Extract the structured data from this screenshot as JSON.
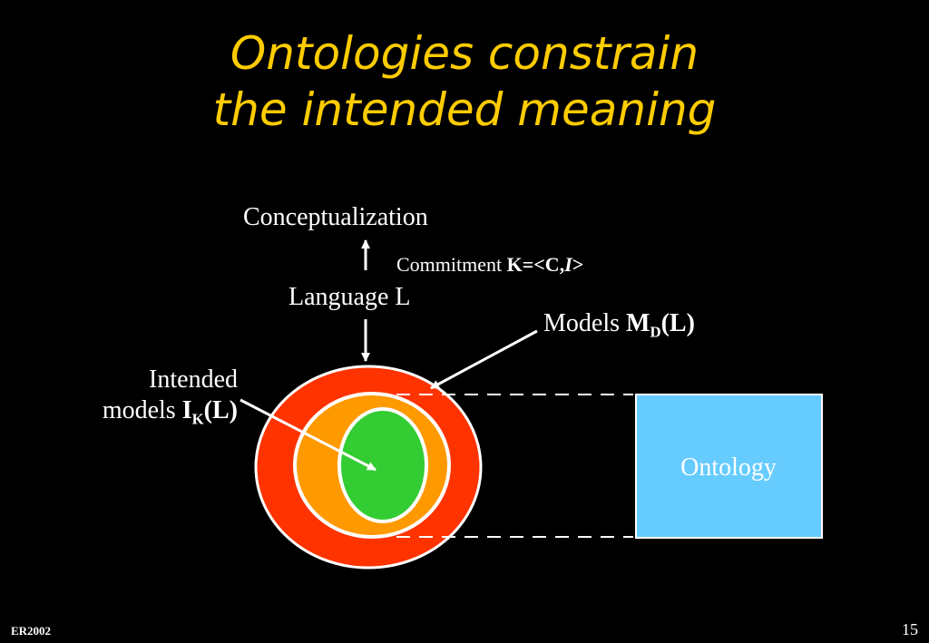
{
  "title": {
    "line1": "Ontologies constrain",
    "line2": "the intended meaning"
  },
  "labels": {
    "conceptualization": "Conceptualization",
    "commitment_prefix": "Commitment ",
    "commitment_formula": "K=<C,",
    "commitment_italic": "I",
    "commitment_close": ">",
    "language": "Language L",
    "models_prefix": "Models ",
    "models_M": "M",
    "models_sub": "D",
    "models_suffix": "(L)",
    "intended_line1": "Intended",
    "intended_prefix": "models ",
    "intended_I": "I",
    "intended_sub": "K",
    "intended_suffix": "(L)",
    "ontology": "Ontology"
  },
  "footer": {
    "left": "ER2002",
    "page_number": "15"
  },
  "colors": {
    "background": "#000000",
    "title": "#ffcc00",
    "outer_ellipse": "#ff3300",
    "middle_ellipse": "#ff9900",
    "inner_ellipse": "#33cc33",
    "ontology_box": "#66ccff",
    "outline": "#ffffff"
  }
}
